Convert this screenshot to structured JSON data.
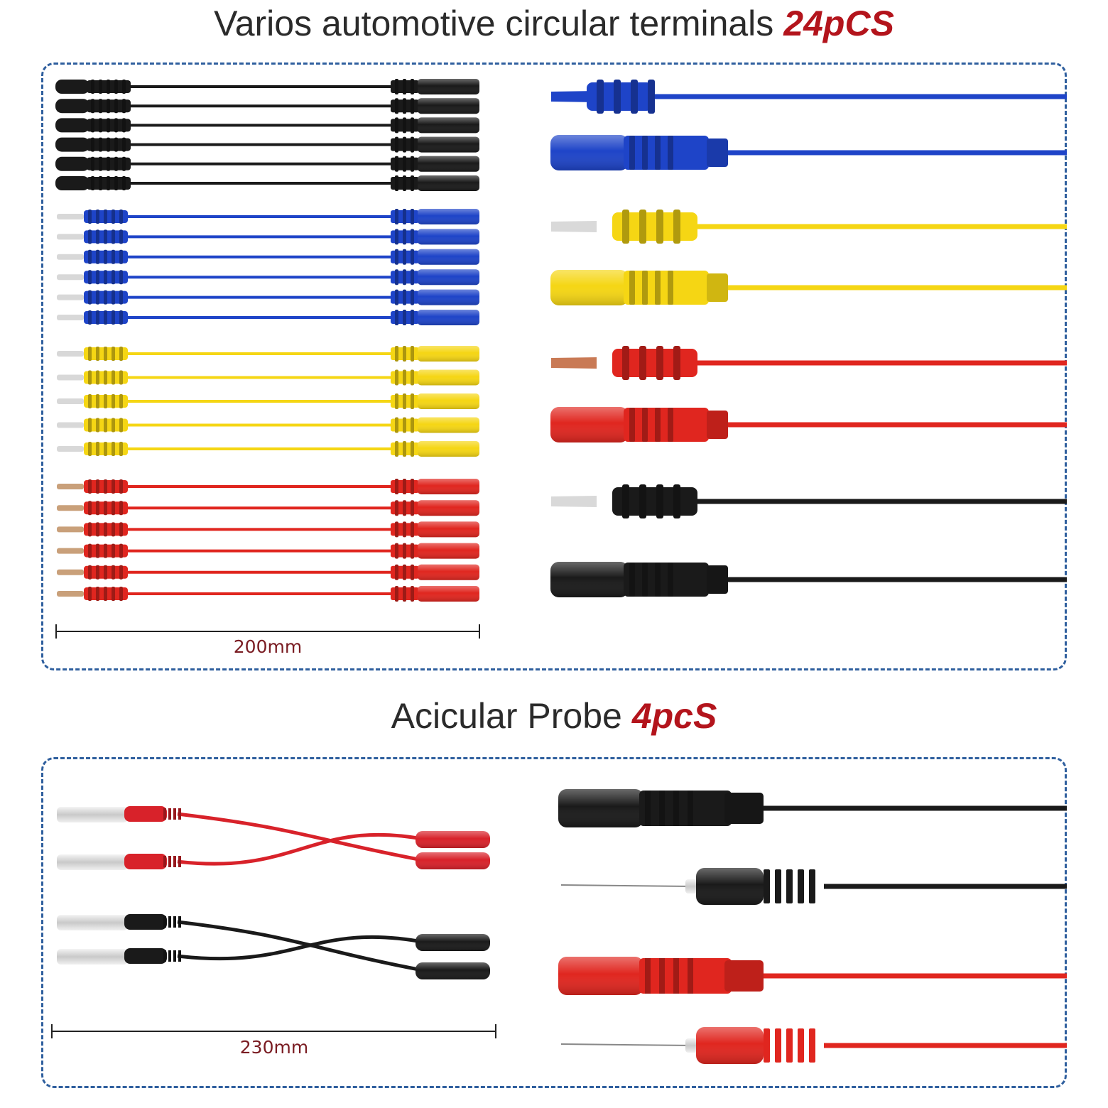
{
  "sections": [
    {
      "title": "Varios automotive circular terminals",
      "quantity": "24pCS",
      "dimension": "200mm",
      "groups": [
        {
          "color": "black",
          "hex": "#1a1a1a",
          "count": 6
        },
        {
          "color": "blue",
          "hex": "#1e44c8",
          "count": 6
        },
        {
          "color": "yellow",
          "hex": "#f5d614",
          "count": 5
        },
        {
          "color": "red",
          "hex": "#e0261f",
          "count": 6
        }
      ]
    },
    {
      "title": "Acicular Probe",
      "quantity": "4pcS",
      "dimension": "230mm"
    }
  ],
  "colors": {
    "title_text": "#2b2b2b",
    "quantity_text": "#b3141c",
    "panel_border": "#2f5f9e",
    "dimension_text": "#7a1c22"
  }
}
